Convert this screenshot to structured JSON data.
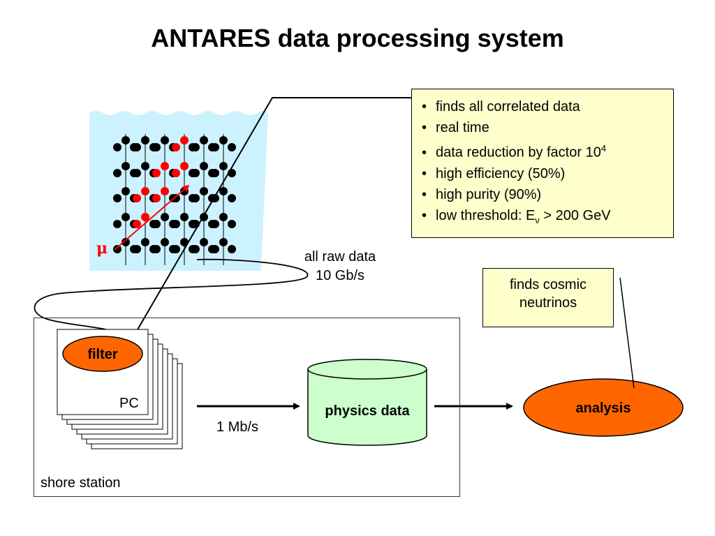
{
  "title": "ANTARES data processing system",
  "detector": {
    "muon_symbol": "μ"
  },
  "callout": {
    "items": [
      {
        "text": "finds all correlated data"
      },
      {
        "text": "real time"
      },
      {
        "text": "data reduction by factor 10",
        "sup": "4"
      },
      {
        "text": "high efficiency (50%)"
      },
      {
        "text": "high purity (90%)"
      },
      {
        "text": "low threshold: E",
        "sub": "ν",
        "tail": " > 200 GeV"
      }
    ]
  },
  "raw_data": {
    "line1": "all raw data",
    "line2": "10 Gb/s"
  },
  "cosmic": {
    "line1": "finds cosmic",
    "line2": "neutrinos"
  },
  "shore": {
    "label": "shore station",
    "filter": "filter",
    "pc": "PC",
    "rate": "1 Mb/s",
    "physics": "physics data",
    "analysis": "analysis"
  },
  "colors": {
    "water": "#ccf2ff",
    "orange": "#ff6600",
    "cylinder": "#ccffcc",
    "callout_bg": "#ffffcc",
    "track": "#ff0000"
  }
}
